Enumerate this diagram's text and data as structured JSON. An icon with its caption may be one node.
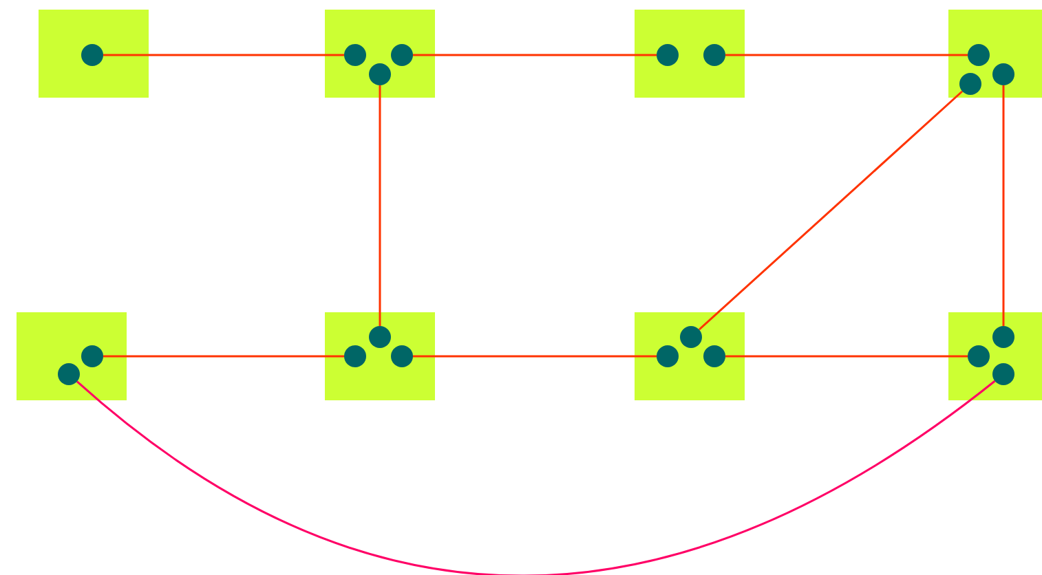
{
  "diagram": {
    "nodes": [
      {
        "text": [],
        "shape": "box"
      },
      {
        "text": [],
        "shape": "circle",
        "in": 0
      },
      {
        "text": [],
        "shape": "box"
      },
      {
        "text": [],
        "shape": "circle",
        "in": 2
      },
      {
        "text": [],
        "shape": "circle",
        "in": 2
      },
      {
        "text": [],
        "shape": "circle",
        "in": 2
      },
      {
        "text": [],
        "shape": "box"
      },
      {
        "text": [],
        "shape": "circle",
        "in": 6
      },
      {
        "text": [],
        "shape": "circle",
        "in": 6
      },
      {
        "text": [],
        "shape": "box"
      },
      {
        "text": [],
        "shape": "circle",
        "in": 9
      },
      {
        "text": [],
        "shape": "circle",
        "in": 9
      },
      {
        "text": [],
        "shape": "circle",
        "in": 9
      },
      {
        "text": [],
        "shape": "box"
      },
      {
        "text": [],
        "shape": "circle",
        "in": 13
      },
      {
        "text": [],
        "shape": "circle",
        "in": 13
      },
      {
        "text": [],
        "shape": "box"
      },
      {
        "text": [],
        "shape": "circle",
        "in": 16
      },
      {
        "text": [],
        "shape": "circle",
        "in": 16
      },
      {
        "text": [],
        "shape": "circle",
        "in": 16
      },
      {
        "text": [],
        "shape": "box"
      },
      {
        "text": [],
        "shape": "circle",
        "in": 20
      },
      {
        "text": [],
        "shape": "circle",
        "in": 20
      },
      {
        "text": [],
        "shape": "circle",
        "in": 20
      },
      {
        "text": [],
        "shape": "box"
      },
      {
        "text": [],
        "shape": "circle",
        "in": 24
      },
      {
        "text": [],
        "shape": "circle",
        "in": 24
      },
      {
        "text": [],
        "shape": "circle",
        "in": 24
      }
    ],
    "edges": [
      {
        "from": 1,
        "to": 3,
        "arrow": "none"
      },
      {
        "from": 4,
        "to": 7,
        "arrow": "none"
      },
      {
        "from": 8,
        "to": 10,
        "arrow": "none"
      },
      {
        "from": 5,
        "to": 17,
        "arrow": "none"
      },
      {
        "from": 11,
        "to": 25,
        "arrow": "none"
      },
      {
        "from": 12,
        "to": 21,
        "arrow": "none"
      },
      {
        "from": 14,
        "to": 18,
        "arrow": "none"
      },
      {
        "from": 19,
        "to": 22,
        "arrow": "none"
      },
      {
        "from": 23,
        "to": 26,
        "arrow": "none"
      },
      {
        "from": 15,
        "to": 27,
        "arrow": "none",
        "color": "#ff0066"
      }
    ]
  }
}
